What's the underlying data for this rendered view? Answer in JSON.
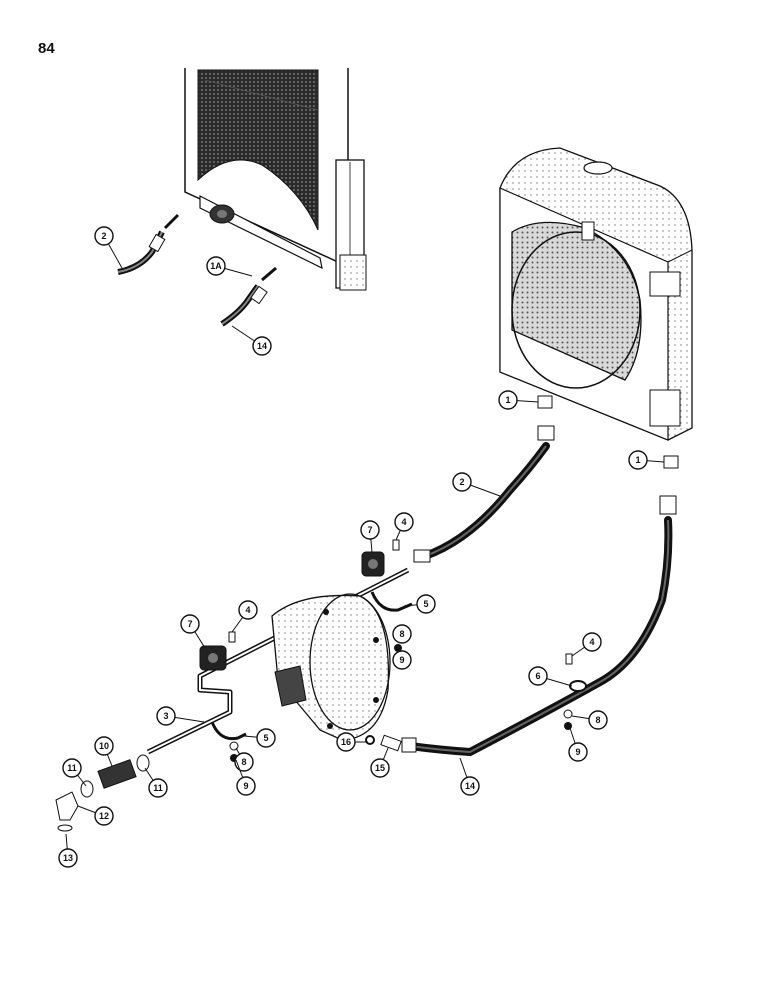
{
  "page_number": "84",
  "callouts": [
    "1",
    "1",
    "1A",
    "2",
    "2",
    "3",
    "4",
    "4",
    "4",
    "5",
    "5",
    "6",
    "7",
    "7",
    "8",
    "8",
    "8",
    "9",
    "9",
    "9",
    "10",
    "11",
    "11",
    "12",
    "13",
    "14",
    "14",
    "15",
    "16"
  ]
}
